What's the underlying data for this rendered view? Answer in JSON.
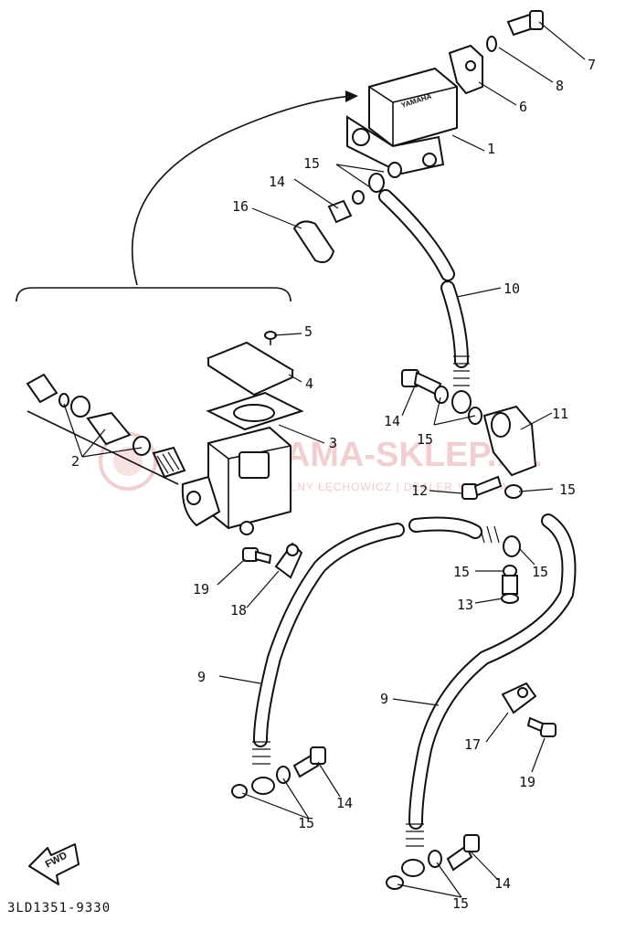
{
  "diagram": {
    "drawing_code": "3LD1351-9330",
    "fwd_label": "FWD",
    "reservoir_brand": "YAMAHA",
    "watermark": {
      "main": "YAMA-SKLEP.PL",
      "sub": "WOLNY ŁĘCHOWICZ | DEALER YAMAHA"
    },
    "callouts": [
      {
        "id": "c1",
        "text": "1"
      },
      {
        "id": "c2",
        "text": "2"
      },
      {
        "id": "c3",
        "text": "3"
      },
      {
        "id": "c4",
        "text": "4"
      },
      {
        "id": "c5",
        "text": "5"
      },
      {
        "id": "c6",
        "text": "6"
      },
      {
        "id": "c7",
        "text": "7"
      },
      {
        "id": "c8",
        "text": "8"
      },
      {
        "id": "c9a",
        "text": "9"
      },
      {
        "id": "c9b",
        "text": "9"
      },
      {
        "id": "c10",
        "text": "10"
      },
      {
        "id": "c11",
        "text": "11"
      },
      {
        "id": "c12",
        "text": "12"
      },
      {
        "id": "c13",
        "text": "13"
      },
      {
        "id": "c14a",
        "text": "14"
      },
      {
        "id": "c14b",
        "text": "14"
      },
      {
        "id": "c14c",
        "text": "14"
      },
      {
        "id": "c14d",
        "text": "14"
      },
      {
        "id": "c15a",
        "text": "15"
      },
      {
        "id": "c15b",
        "text": "15"
      },
      {
        "id": "c15c",
        "text": "15"
      },
      {
        "id": "c15d",
        "text": "15"
      },
      {
        "id": "c15e",
        "text": "15"
      },
      {
        "id": "c15f",
        "text": "15"
      },
      {
        "id": "c15g",
        "text": "15"
      },
      {
        "id": "c16",
        "text": "16"
      },
      {
        "id": "c17",
        "text": "17"
      },
      {
        "id": "c18",
        "text": "18"
      },
      {
        "id": "c19a",
        "text": "19"
      },
      {
        "id": "c19b",
        "text": "19"
      }
    ]
  }
}
